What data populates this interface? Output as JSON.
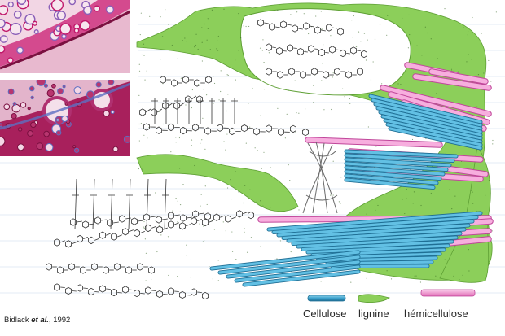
{
  "legend": {
    "cellulose": "Cellulose",
    "lignin": "lignine",
    "hemicellulose": "hémicellulose"
  },
  "citation": {
    "author": "Bidlack",
    "etal": "et al.",
    "year": ", 1992"
  },
  "colors": {
    "cellulose": "#5ab4d6",
    "lignin": "#8ccf5a",
    "hemicellulose": "#f29ad2",
    "stain_magenta": "#c0186a",
    "stain_blue": "#5c6fc2"
  }
}
